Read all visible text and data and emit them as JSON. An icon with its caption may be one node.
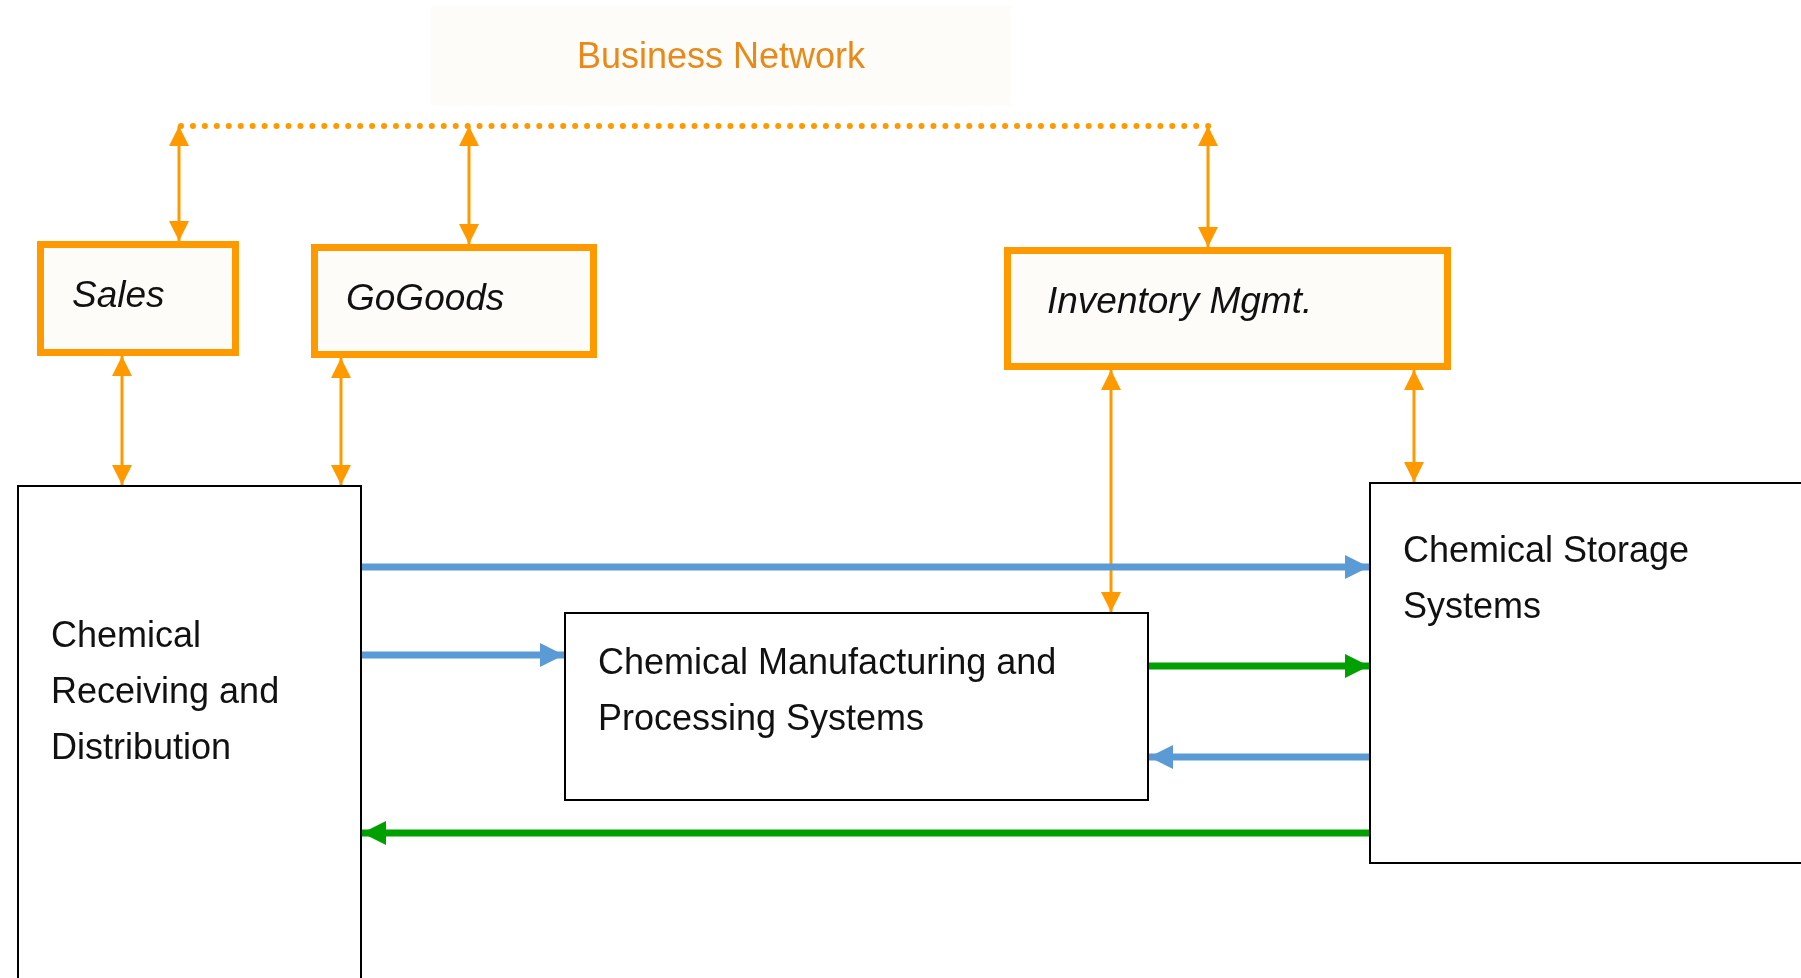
{
  "diagram": {
    "nodes": [
      {
        "text": [
          "Business Network"
        ]
      },
      {
        "text": [
          "Sales"
        ]
      },
      {
        "text": [
          "GoGoods"
        ]
      },
      {
        "text": [
          "Inventory Mgmt."
        ]
      },
      {
        "text": [
          "Chemical Receiving and Distribution"
        ]
      },
      {
        "text": [
          "Chemical Manufacturing and Processing Systems"
        ]
      },
      {
        "text": [
          "Chemical Storage Systems"
        ]
      }
    ],
    "edges": [
      {
        "from": 1,
        "to": 0,
        "arrow": "both"
      },
      {
        "from": 2,
        "to": 0,
        "arrow": "both"
      },
      {
        "from": 3,
        "to": 0,
        "arrow": "both"
      },
      {
        "from": 1,
        "to": 4,
        "arrow": "both"
      },
      {
        "from": 2,
        "to": 4,
        "arrow": "both"
      },
      {
        "from": 3,
        "to": 5,
        "arrow": "both"
      },
      {
        "from": 3,
        "to": 6,
        "arrow": "both"
      },
      {
        "from": 4,
        "to": 6,
        "arrow": "to",
        "style": "thick",
        "color": "#5b9bd5"
      },
      {
        "from": 4,
        "to": 5,
        "arrow": "to",
        "style": "thick",
        "color": "#5b9bd5"
      },
      {
        "from": 5,
        "to": 6,
        "arrow": "to",
        "style": "thick",
        "color": "#00a000"
      },
      {
        "from": 6,
        "to": 5,
        "arrow": "to",
        "style": "thick",
        "color": "#5b9bd5"
      },
      {
        "from": 6,
        "to": 4,
        "arrow": "to",
        "style": "thick",
        "color": "#00a000"
      }
    ]
  }
}
